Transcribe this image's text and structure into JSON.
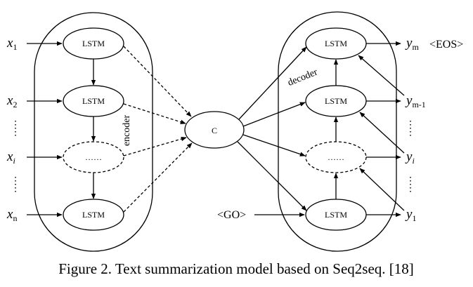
{
  "encoder": {
    "label": "encoder",
    "inputs": [
      {
        "base": "x",
        "sub": "1"
      },
      {
        "base": "x",
        "sub": "2"
      },
      {
        "base": "x",
        "sub": "i"
      },
      {
        "base": "x",
        "sub": "n"
      }
    ],
    "cells": [
      "LSTM",
      "LSTM",
      "……",
      "LSTM"
    ]
  },
  "context": {
    "label": "C"
  },
  "decoder": {
    "label": "decoder",
    "cells": [
      "LSTM",
      "LSTM",
      "……",
      "LSTM"
    ],
    "outputs": [
      {
        "base": "y",
        "sub": "m"
      },
      {
        "base": "y",
        "sub": "m-1"
      },
      {
        "base": "y",
        "sub": "i"
      },
      {
        "base": "y",
        "sub": "1"
      }
    ],
    "eos_label": "<EOS>",
    "go_label": "<GO>"
  },
  "caption": "Figure 2. Text summarization model based on Seq2seq. [18]"
}
